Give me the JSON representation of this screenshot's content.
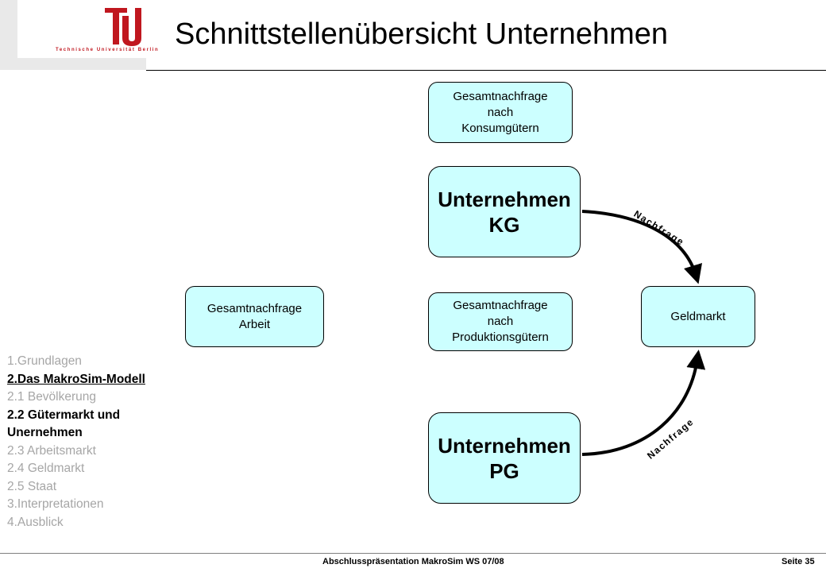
{
  "logo": {
    "text": "Technische Universität Berlin"
  },
  "title": "Schnittstellenübersicht Unternehmen",
  "diagram": {
    "box_konsum": "Gesamtnachfrage\nnach\nKonsumgütern",
    "box_kg": "Unternehmen\nKG",
    "box_arbeit": "Gesamtnachfrage\nArbeit",
    "box_produktion": "Gesamtnachfrage\nnach\nProduktionsgütern",
    "box_geldmarkt": "Geldmarkt",
    "box_pg": "Unternehmen\nPG",
    "arrow_top_label": "Nachfrage",
    "arrow_bottom_label": "Nachfrage",
    "box_fill": "#ccffff"
  },
  "nav": {
    "items": [
      "1.Grundlagen",
      "2.Das MakroSim-Modell",
      "2.1 Bevölkerung",
      "2.2 Gütermarkt und Unernehmen",
      "2.3 Arbeitsmarkt",
      "2.4 Geldmarkt",
      "2.5 Staat",
      "3.Interpretationen",
      "4.Ausblick"
    ]
  },
  "footer": {
    "center": "Abschlusspräsentation MakroSim WS 07/08",
    "page": "Seite 35"
  },
  "colors": {
    "logo_red": "#c0171f",
    "nav_dim": "#a6a6a6"
  }
}
